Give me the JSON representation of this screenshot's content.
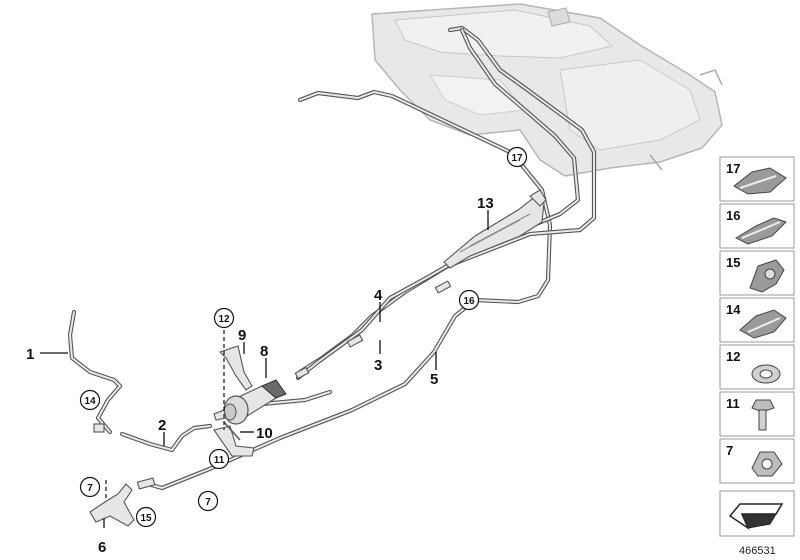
{
  "diagram": {
    "reference_number": "466531",
    "callouts": [
      "1",
      "2",
      "3",
      "4",
      "5",
      "6",
      "8",
      "9",
      "10",
      "13"
    ],
    "circled_callouts": [
      "17",
      "16",
      "14",
      "12",
      "11",
      "7",
      "7",
      "15"
    ],
    "legend": [
      "17",
      "16",
      "15",
      "14",
      "12",
      "11",
      "7"
    ],
    "icons": {
      "tank": "fuel-tank-icon",
      "filter": "fuel-filter-icon",
      "arrow": "direction-arrow-icon"
    }
  }
}
